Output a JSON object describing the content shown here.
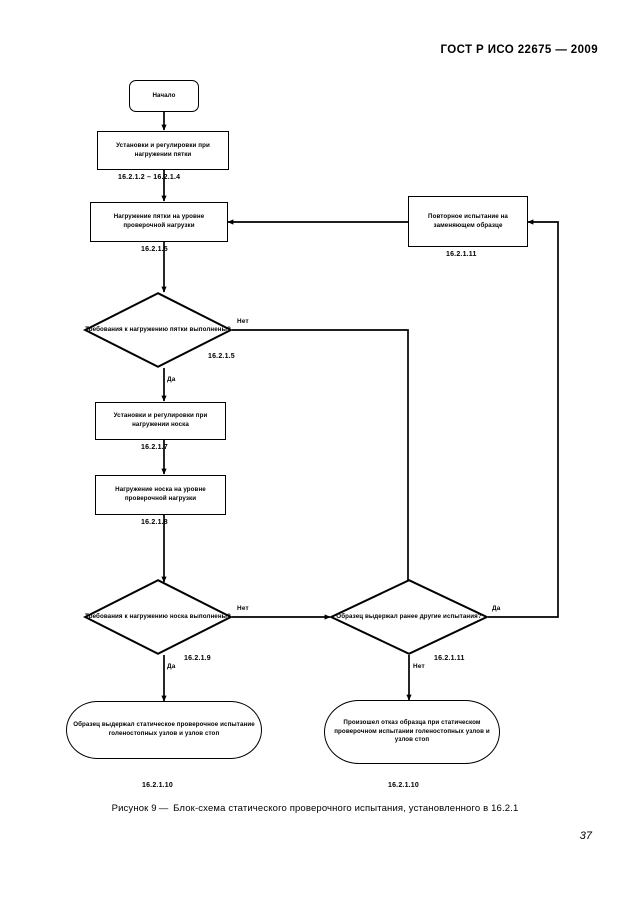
{
  "document": {
    "header": "ГОСТ Р ИСО 22675 — 2009",
    "page_number": "37"
  },
  "figure": {
    "caption_prefix": "Рисунок 9",
    "caption_dash": "—",
    "caption_text": "Блок-схема статического проверочного испытания, установленного в  16.2.1"
  },
  "flowchart": {
    "nodes": {
      "start": {
        "label": "Начало"
      },
      "heel_setup": {
        "label": "Установки и регулировки при нагружении пятки",
        "ref": "16.2.1.2 – 16.2.1.4"
      },
      "heel_load": {
        "label": "Нагружение пятки на уровне проверочной нагрузки",
        "ref": "16.2.1.5"
      },
      "heel_check": {
        "label": "Требования к нагружению пятки выполнены?",
        "ref": "16.2.1.5",
        "yes": "Да",
        "no": "Нет"
      },
      "retest": {
        "label": "Повторное испытание на заменяющем образце",
        "ref": "16.2.1.11"
      },
      "toe_setup": {
        "label": "Установки и регулировки при нагружении носка",
        "ref": "16.2.1.7"
      },
      "toe_load": {
        "label": "Нагружение носка на уровне проверочной нагрузки",
        "ref": "16.2.1.8"
      },
      "toe_check": {
        "label": "Требования к нагружению носка выполнены?",
        "ref": "16.2.1.9",
        "yes": "Да",
        "no": "Нет"
      },
      "prior_tests_check": {
        "label": "Образец выдержал ранее другие испытания?",
        "ref": "16.2.1.11",
        "yes": "Да",
        "no": "Нет"
      },
      "pass_end": {
        "label": "Образец выдержал статическое проверочное испытание голеностопных узлов и узлов стоп",
        "ref": "16.2.1.10"
      },
      "fail_end": {
        "label": "Произошел отказ образца при статическом проверочном испытании голеностопных узлов и узлов стоп",
        "ref": "16.2.1.10"
      }
    },
    "colors": {
      "line": "#000000",
      "fill": "#ffffff"
    }
  }
}
